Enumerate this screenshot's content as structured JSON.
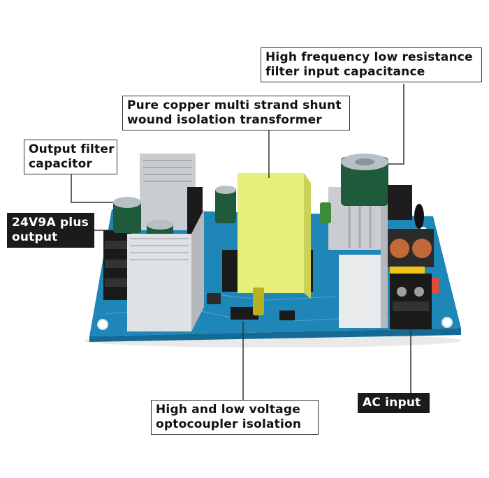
{
  "callouts": {
    "capacitance": {
      "line1": "High frequency low resistance",
      "line2": "filter input capacitance"
    },
    "transformer": {
      "line1": "Pure copper multi strand shunt",
      "line2": "wound isolation transformer"
    },
    "output_filter": {
      "line1": "Output filter",
      "line2": "capacitor"
    },
    "output": {
      "line1": "24V9A plus",
      "line2": "output"
    },
    "optocoupler": {
      "line1": "High and low voltage",
      "line2": "optocoupler isolation"
    },
    "ac_input": {
      "line1": "AC input"
    }
  },
  "colors": {
    "pcb": "#1f86b8",
    "pcb_edge": "#146a95",
    "heatsink": "#d9dcdf",
    "transformer": "#e6ef7a",
    "capacitor": "#1f5a3a",
    "callout_dark": "#1b1b1b"
  }
}
